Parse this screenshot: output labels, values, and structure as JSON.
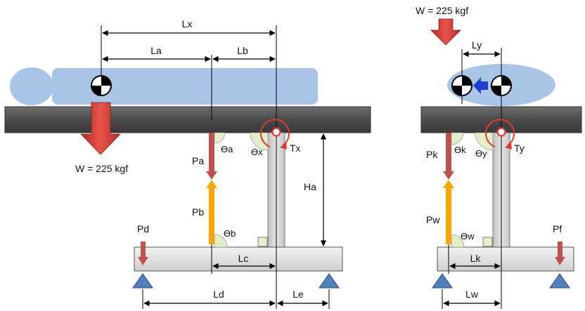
{
  "colors": {
    "body": "#a9c4e6",
    "beam_dark": "#4a4a4a",
    "column": "#d4d4d4",
    "base": "#e2e2e2",
    "weight_arrow": "#d13a33",
    "force_red": "#c0504d",
    "force_orange": "#ffa500",
    "support": "#4f81bd",
    "angle_fill": "#e3edc9",
    "torque": "#e03a2c",
    "shift_arrow": "#1f3fd1"
  },
  "left_diagram": {
    "weight_label": "W = 225 kgf",
    "dims": {
      "lx": "Lx",
      "la": "La",
      "lb": "Lb",
      "lc": "Lc",
      "ld": "Ld",
      "le": "Le",
      "ha": "Ha"
    },
    "forces": {
      "pa": "Pa",
      "pb": "Pb",
      "pd": "Pd",
      "tx": "Tx"
    },
    "angles": {
      "a": "ϴa",
      "x": "ϴx",
      "b": "ϴb"
    }
  },
  "right_diagram": {
    "weight_label": "W = 225 kgf",
    "dims": {
      "ly": "Ly",
      "lk": "Lk",
      "lw": "Lw"
    },
    "forces": {
      "pk": "Pk",
      "pw": "Pw",
      "pf": "Pf",
      "ty": "Ty"
    },
    "angles": {
      "k": "ϴk",
      "y": "ϴy",
      "w": "ϴw"
    }
  }
}
